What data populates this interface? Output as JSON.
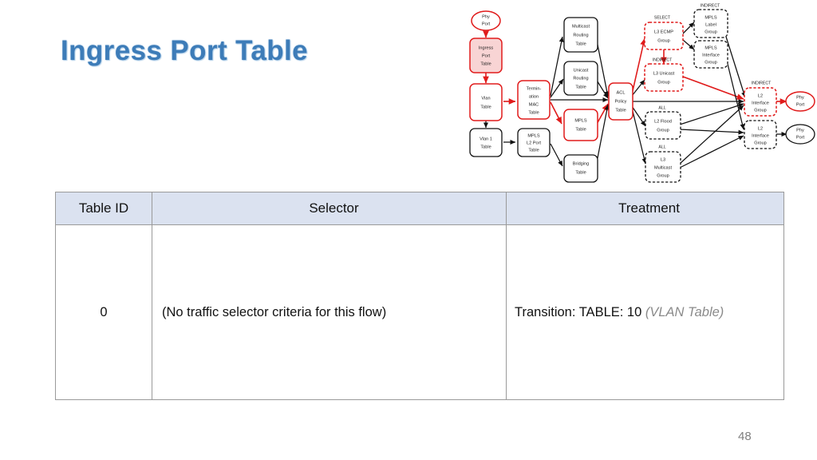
{
  "slide": {
    "title": "Ingress Port Table",
    "page_number": "48",
    "title_color": "#3d7cb8",
    "header_fill": "#dbe2f0",
    "accent_red": "#e01b1b",
    "highlight_fill": "#f8d4d4"
  },
  "table": {
    "columns": [
      "Table ID",
      "Selector",
      "Treatment"
    ],
    "rows": [
      {
        "table_id": "0",
        "selector": "(No traffic selector criteria for this flow)",
        "treatment_main": "Transition: TABLE: 10 ",
        "treatment_note": "(VLAN Table)"
      }
    ]
  },
  "diagram": {
    "name": "openflow-pipeline-diagram",
    "nodes": [
      {
        "id": "phy-port-in",
        "label": "Phy\nPort",
        "shape": "ellipse",
        "style": "red"
      },
      {
        "id": "ingress-port-table",
        "label": "Ingress\nPort\nTable",
        "shape": "rounded-rect",
        "style": "pink-fill"
      },
      {
        "id": "vlan-table",
        "label": "Vlan\nTable",
        "shape": "rounded-rect",
        "style": "red"
      },
      {
        "id": "vlan1-table",
        "label": "Vlan 1\nTable",
        "shape": "rounded-rect",
        "style": "black"
      },
      {
        "id": "termination-mac",
        "label": "Termin-\nation\nMAC\nTable",
        "shape": "rounded-rect",
        "style": "red"
      },
      {
        "id": "mpls-l2-port-table",
        "label": "MPLS\nL2 Port\nTable",
        "shape": "rounded-rect",
        "style": "black"
      },
      {
        "id": "multicast-routing",
        "label": "Multicast\nRouting\nTable",
        "shape": "rounded-rect",
        "style": "black"
      },
      {
        "id": "unicast-routing",
        "label": "Unicast\nRouting\nTable",
        "shape": "rounded-rect",
        "style": "black"
      },
      {
        "id": "mpls-table",
        "label": "MPLS\nTable",
        "shape": "rounded-rect",
        "style": "red"
      },
      {
        "id": "bridging-table",
        "label": "Bridging\nTable",
        "shape": "rounded-rect",
        "style": "black"
      },
      {
        "id": "acl-policy-table",
        "label": "ACL\nPolicy\nTable",
        "shape": "rounded-rect",
        "style": "red"
      },
      {
        "id": "l3-ecmp-group",
        "label": "L3 ECMP\nGroup",
        "type": "SELECT",
        "shape": "rounded-rect-dashed",
        "style": "red"
      },
      {
        "id": "l3-unicast-group",
        "label": "L3 Unicast\nGroup",
        "type": "INDIRECT",
        "shape": "rounded-rect-dashed",
        "style": "red"
      },
      {
        "id": "mpls-label-group",
        "label": "MPLS\nLabel\nGroup",
        "type": "INDIRECT",
        "shape": "rounded-rect-dashed",
        "style": "black"
      },
      {
        "id": "mpls-interface-group",
        "label": "MPLS\nInterface\nGroup",
        "shape": "rounded-rect-dashed",
        "style": "black"
      },
      {
        "id": "l2-flood-group",
        "label": "L2 Flood\nGroup",
        "type": "ALL",
        "shape": "rounded-rect-dashed",
        "style": "black"
      },
      {
        "id": "l3-multicast-group",
        "label": "L3\nMulticast\nGroup",
        "type": "ALL",
        "shape": "rounded-rect-dashed",
        "style": "black"
      },
      {
        "id": "l2-interface-group-red",
        "label": "L2\nInterface\nGroup",
        "type": "INDIRECT",
        "shape": "rounded-rect-dashed",
        "style": "red"
      },
      {
        "id": "l2-interface-group-blk",
        "label": "L2\nInterface\nGroup",
        "shape": "rounded-rect-dashed",
        "style": "black"
      },
      {
        "id": "phy-port-out-red",
        "label": "Phy\nPort",
        "shape": "ellipse",
        "style": "red"
      },
      {
        "id": "phy-port-out-blk",
        "label": "Phy\nPort",
        "shape": "ellipse",
        "style": "black"
      }
    ]
  }
}
